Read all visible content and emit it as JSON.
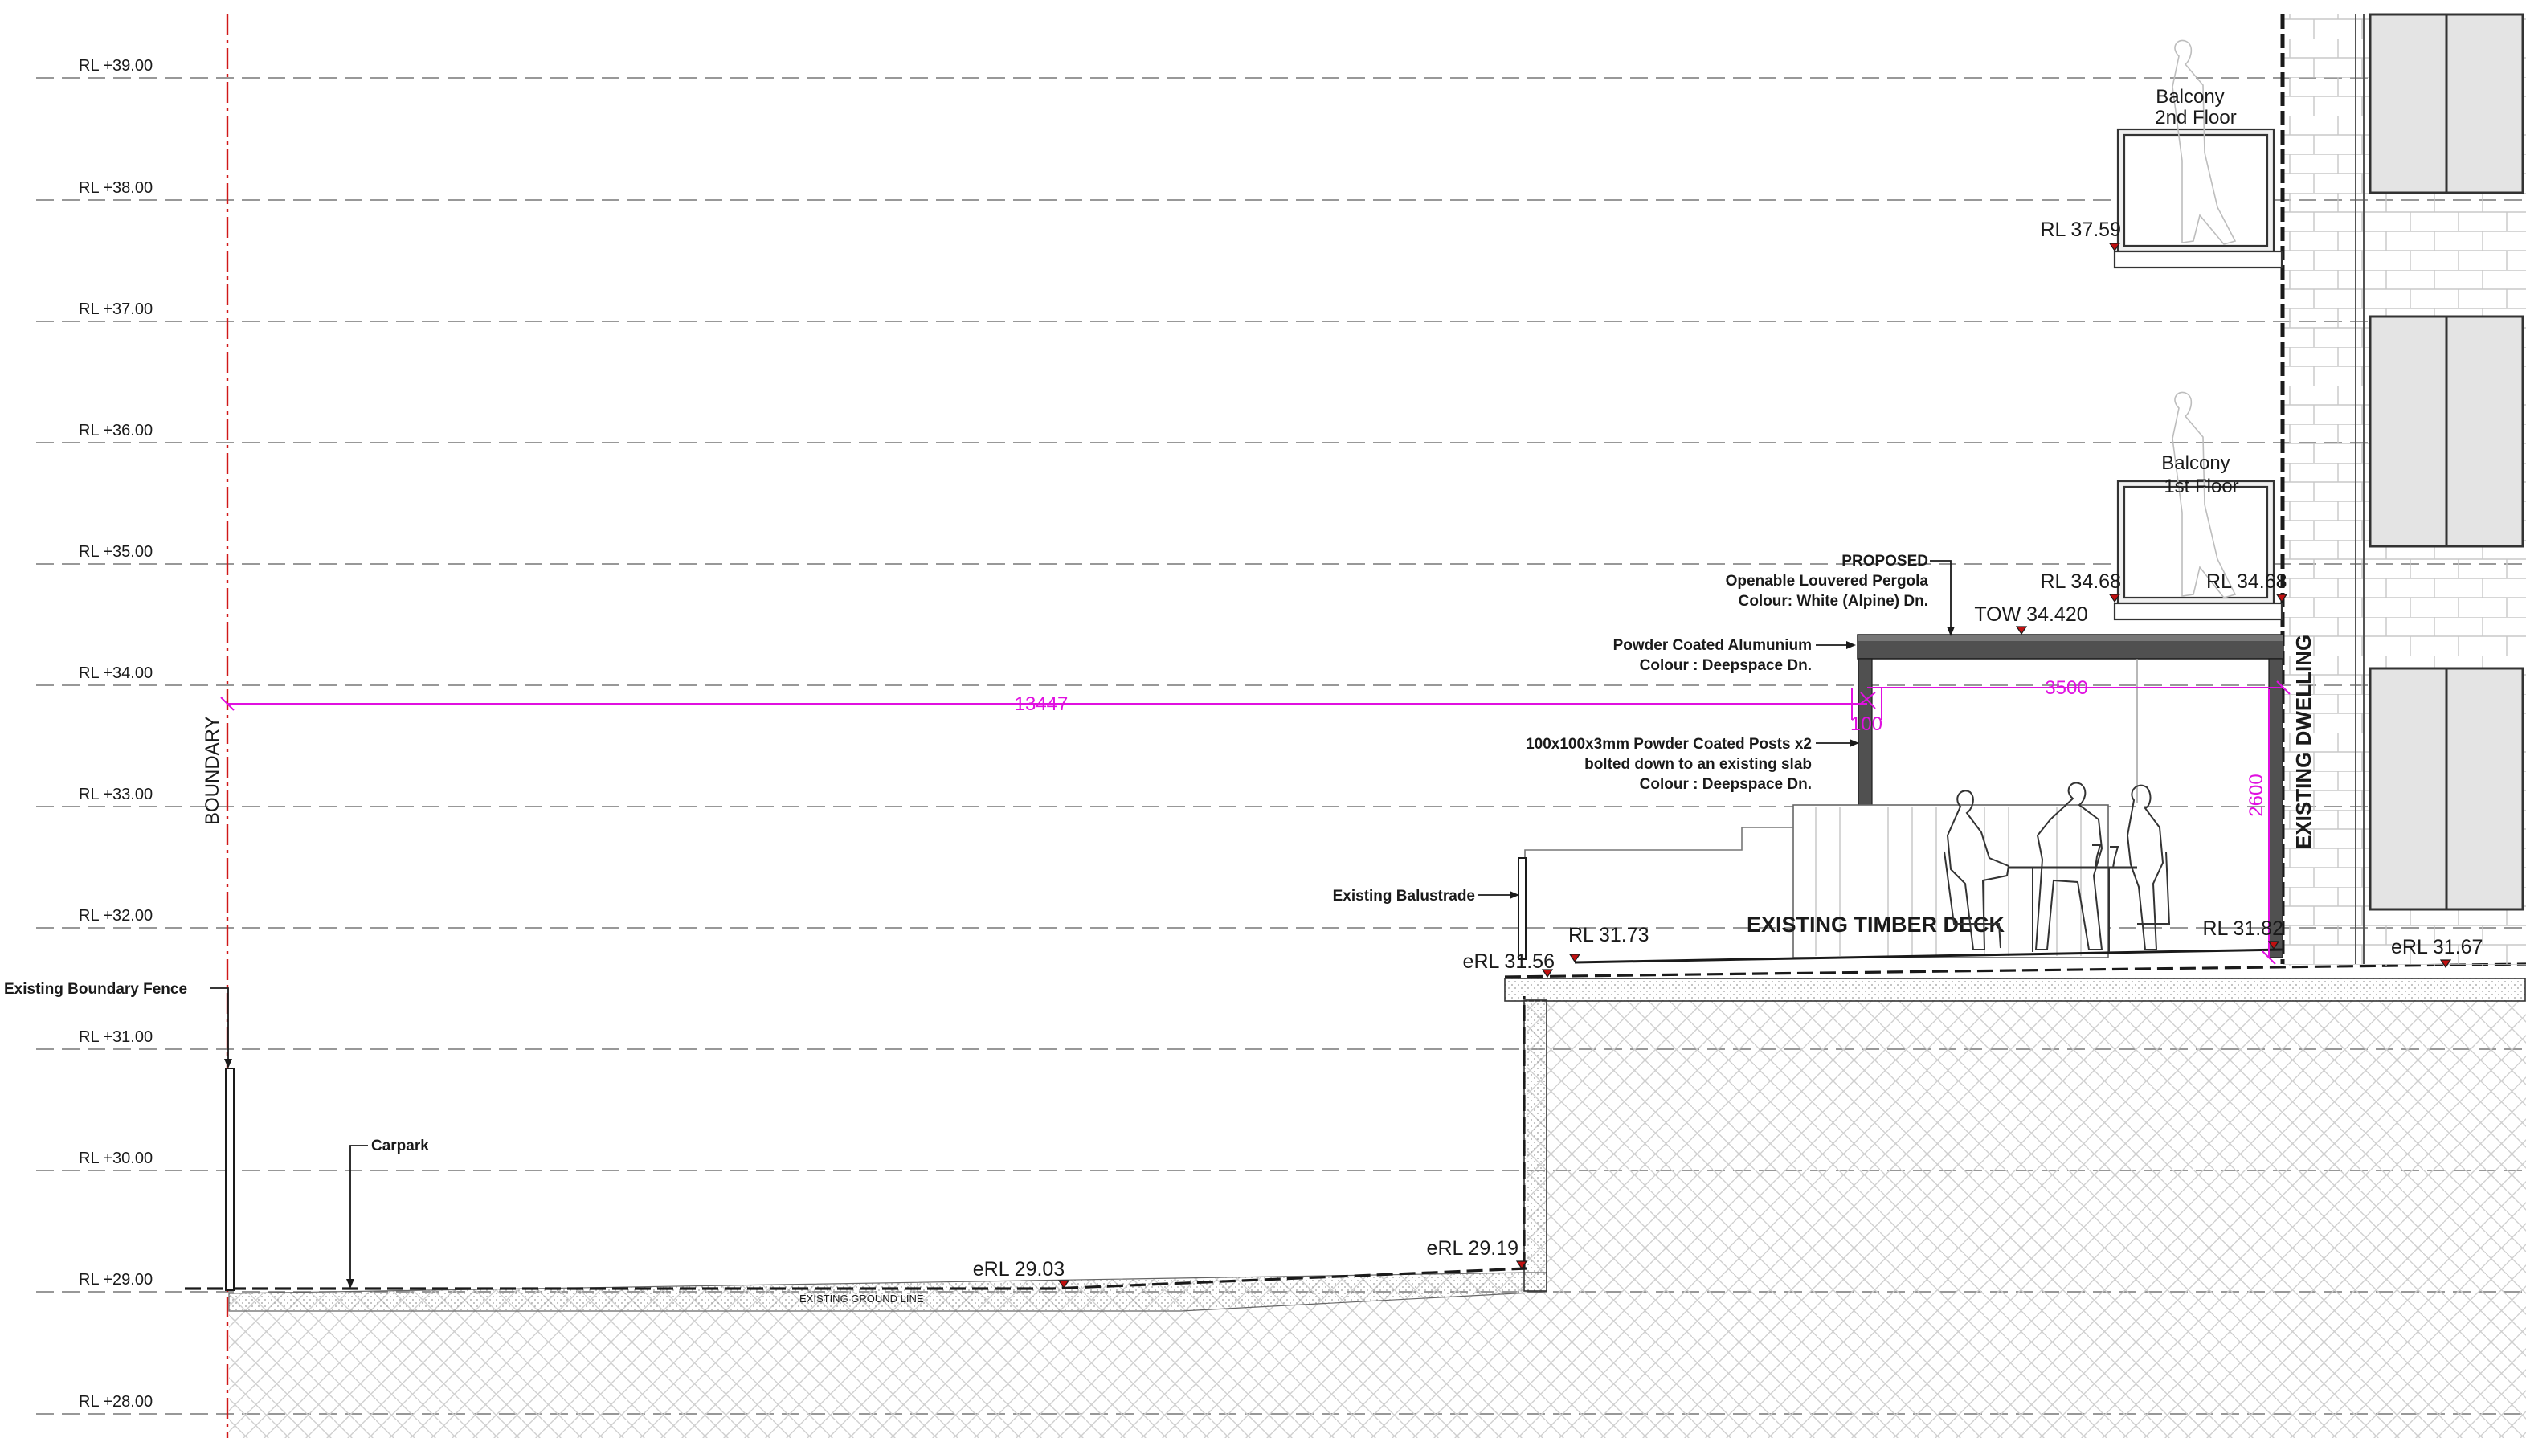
{
  "levels": [
    "RL +39.00",
    "RL +38.00",
    "RL +37.00",
    "RL +36.00",
    "RL +35.00",
    "RL +34.00",
    "RL +33.00",
    "RL +32.00",
    "RL +31.00",
    "RL +30.00",
    "RL +29.00",
    "RL +28.00"
  ],
  "labels": {
    "boundary": "BOUNDARY",
    "existing_dwelling": "EXISTING DWELLING",
    "existing_timber_deck": "EXISTING TIMBER DECK",
    "existing_ground_line": "EXISTING GROUND LINE",
    "balcony_2": [
      "Balcony",
      "2nd Floor"
    ],
    "balcony_1": [
      "Balcony",
      "1st Floor"
    ]
  },
  "annotations": {
    "pergola": [
      "PROPOSED",
      "Openable Louvered Pergola",
      "Colour: White (Alpine) Dn."
    ],
    "powder_coated": [
      "Powder Coated Alumunium",
      "Colour : Deepspace Dn."
    ],
    "posts": [
      "100x100x3mm Powder Coated Posts x2",
      "bolted down to an existing slab",
      "Colour : Deepspace Dn."
    ],
    "balustrade": "Existing Balustrade",
    "fence": "Existing Boundary Fence",
    "carpark": "Carpark"
  },
  "spot_levels": {
    "rl_37_59": "RL 37.59",
    "rl_34_68_left": "RL 34.68",
    "rl_34_68_right": "RL 34.68",
    "tow": "TOW 34.420",
    "rl_31_73": "RL 31.73",
    "erl_31_56": "eRL 31.56",
    "rl_31_82": "RL 31.82",
    "erl_31_67": "eRL 31.67",
    "erl_29_03": "eRL 29.03",
    "erl_29_19": "eRL 29.19"
  },
  "dimensions": {
    "d13447": "13447",
    "d3500": "3500",
    "d100": "100",
    "d2600": "2600"
  },
  "colors": {
    "line": "#1a1a1a",
    "dimension": "#e010e0",
    "boundary": "#d01818",
    "marker": "#c01010",
    "pergola": "#505050",
    "grid": "#777777"
  }
}
